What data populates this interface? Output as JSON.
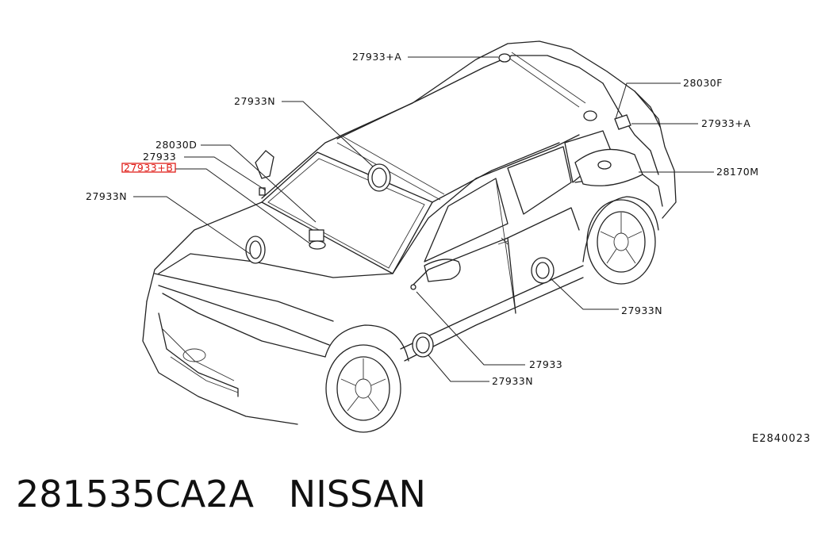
{
  "callouts": [
    {
      "id": "c1",
      "text": "27933+A",
      "highlighted": false
    },
    {
      "id": "c2",
      "text": "27933N",
      "highlighted": false
    },
    {
      "id": "c3",
      "text": "28030F",
      "highlighted": false
    },
    {
      "id": "c4",
      "text": "27933+A",
      "highlighted": false
    },
    {
      "id": "c5",
      "text": "28030D",
      "highlighted": false
    },
    {
      "id": "c6",
      "text": "27933",
      "highlighted": false
    },
    {
      "id": "c7",
      "text": "27933+B",
      "highlighted": true
    },
    {
      "id": "c8",
      "text": "28170M",
      "highlighted": false
    },
    {
      "id": "c9",
      "text": "27933N",
      "highlighted": false
    },
    {
      "id": "c10",
      "text": "27933N",
      "highlighted": false
    },
    {
      "id": "c11",
      "text": "27933",
      "highlighted": false
    },
    {
      "id": "c12",
      "text": "27933N",
      "highlighted": false
    }
  ],
  "diagram_ref": "E2840023",
  "part_number": "281535CA2A",
  "brand": "NISSAN",
  "colors": {
    "line": "#222222",
    "highlight": "#e0201b",
    "background": "#ffffff"
  }
}
